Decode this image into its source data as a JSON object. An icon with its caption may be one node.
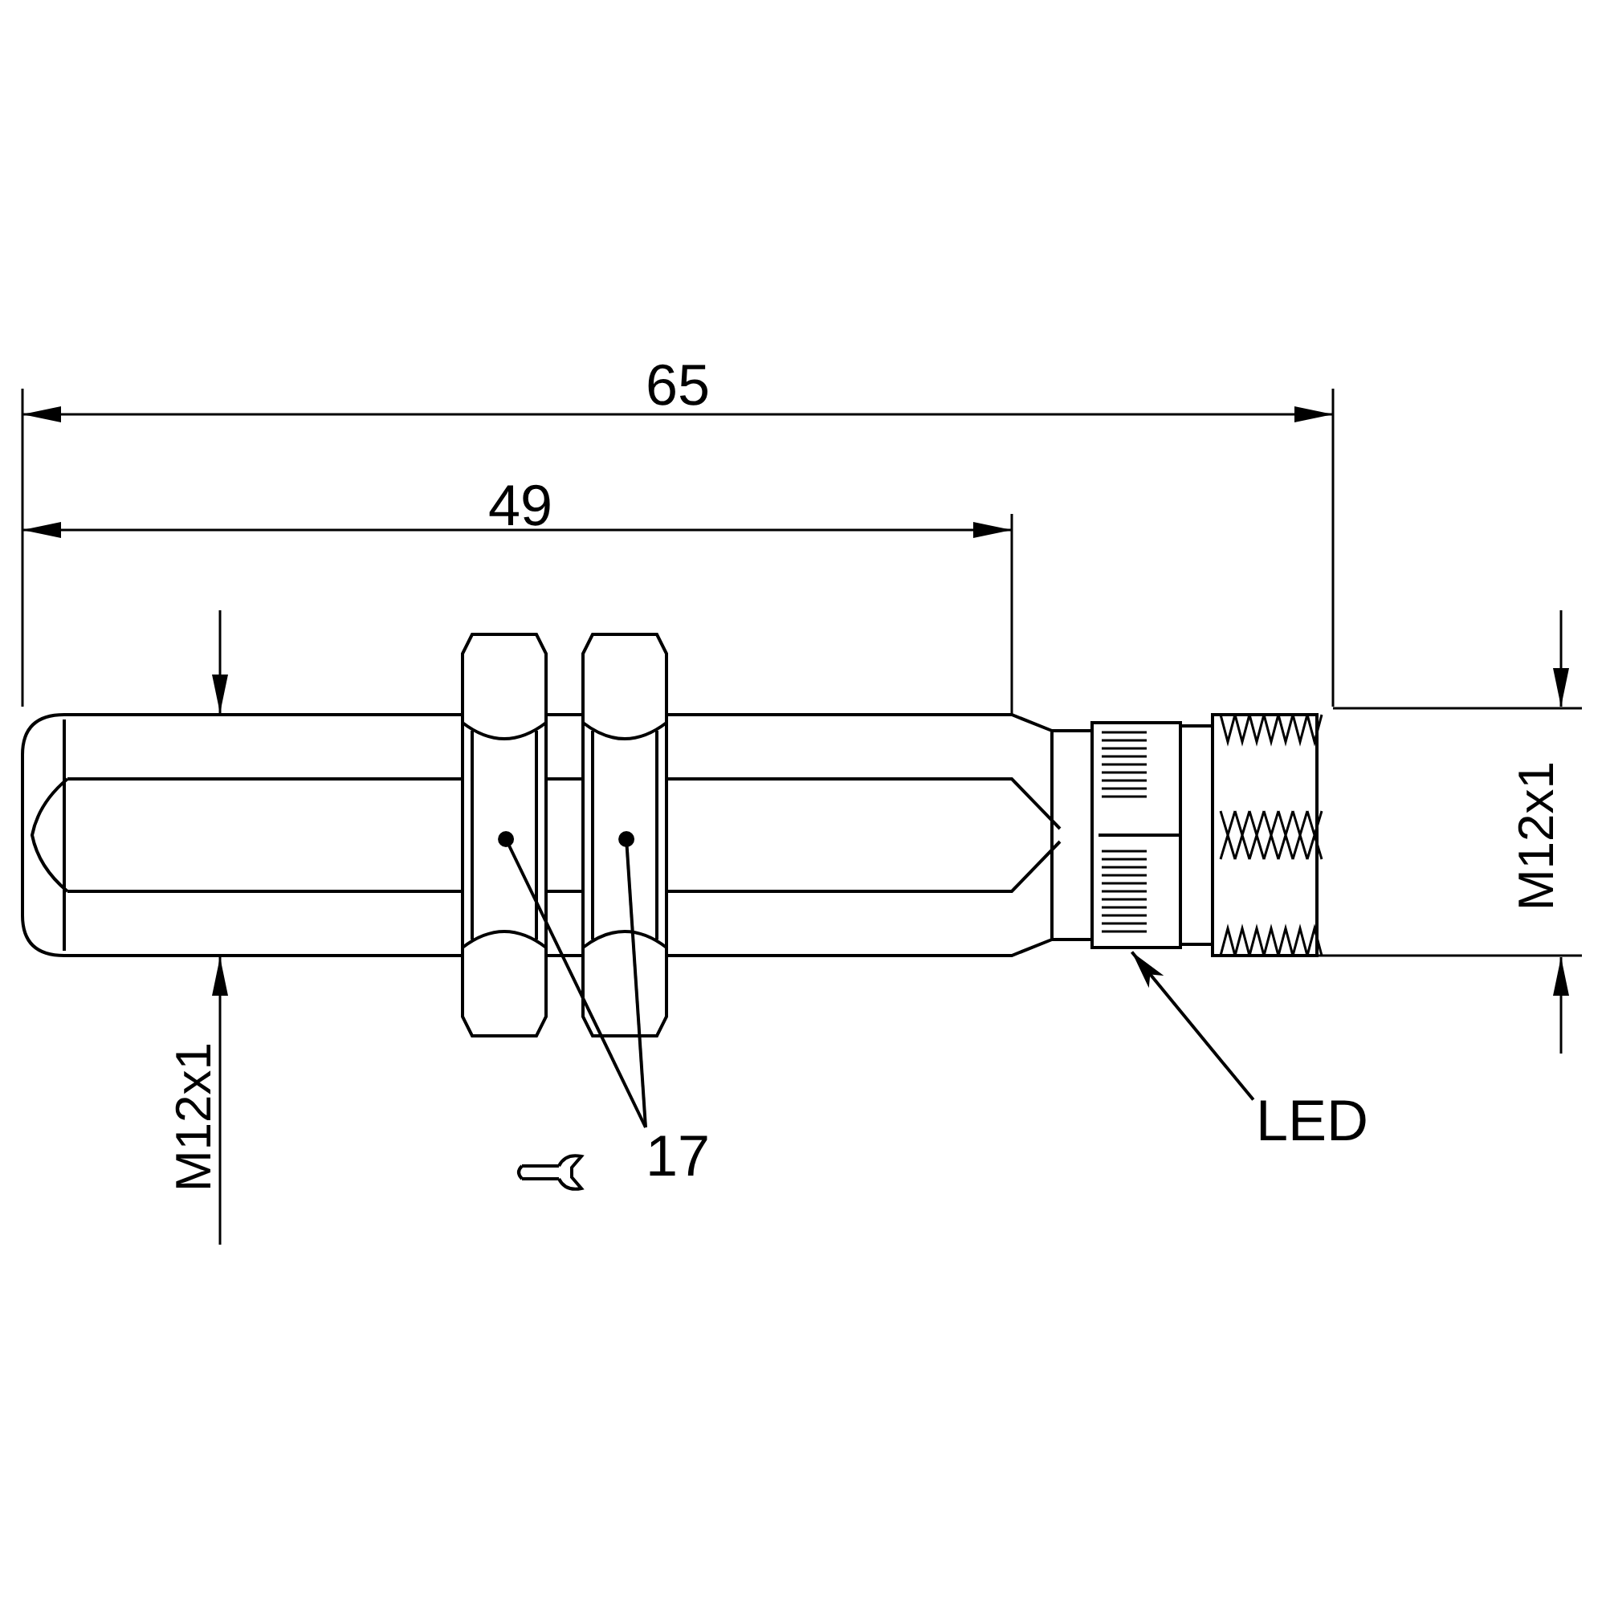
{
  "diagram": {
    "nodes": [
      {
        "text": [
          "17"
        ]
      },
      {
        "text": [],
        "shape": "picture"
      },
      {
        "text": [],
        "shape": "picture"
      },
      {
        "text": [
          "LED"
        ]
      },
      {
        "text": [],
        "shape": "picture"
      }
    ],
    "edges": [
      {
        "from": 0,
        "to": 1,
        "arrow": "other"
      },
      {
        "from": 0,
        "to": 2,
        "arrow": "other"
      },
      {
        "from": 3,
        "to": 4,
        "arrow": "to"
      }
    ],
    "labels": [
      "65",
      "49",
      "M12x1",
      "M12x1"
    ]
  }
}
